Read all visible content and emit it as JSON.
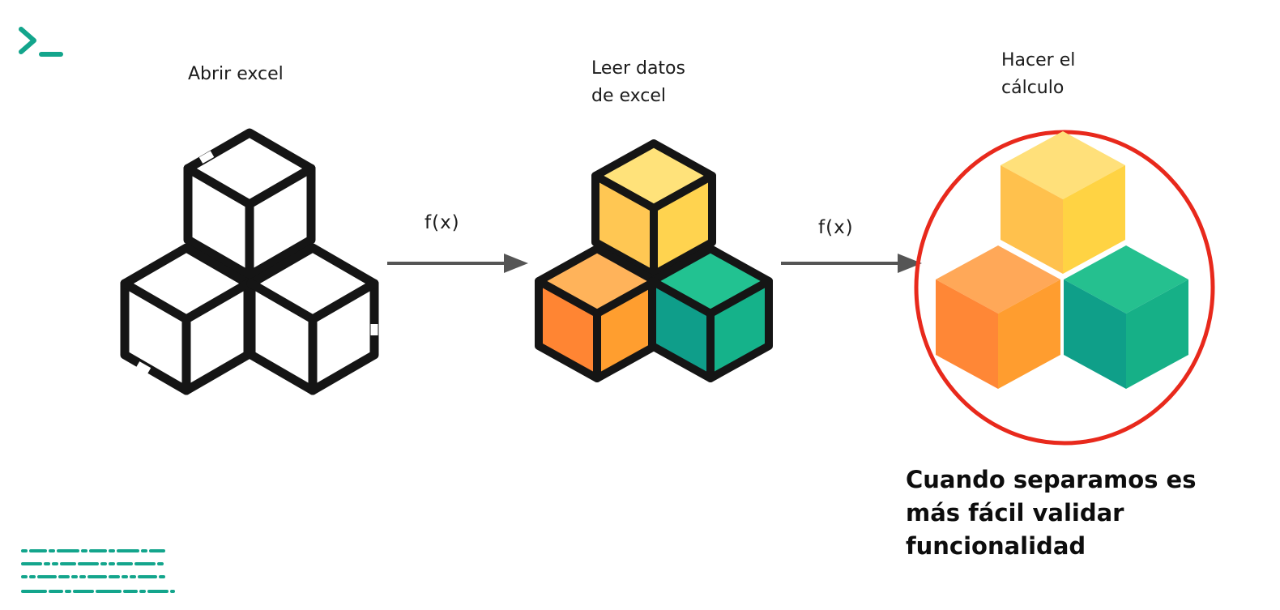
{
  "steps": [
    {
      "label_lines": [
        "Abrir excel"
      ]
    },
    {
      "label_lines": [
        "Leer datos",
        "de excel"
      ]
    },
    {
      "label_lines": [
        "Hacer el",
        "cálculo"
      ]
    }
  ],
  "arrows": [
    {
      "label": "f(x)"
    },
    {
      "label": "f(x)"
    }
  ],
  "caption_lines": [
    "Cuando separamos es",
    "más fácil validar",
    "funcionalidad"
  ],
  "icons": {
    "logo": "terminal-prompt-icon",
    "step1": "outline-cubes-icon",
    "step2": "colored-outlined-cubes-icon",
    "step3": "colored-cubes-icon",
    "decoration": "dashed-lines-icon"
  },
  "colors": {
    "teal_accent": "#13a58c",
    "highlight_circle": "#e8291c",
    "arrow": "#555555",
    "cube_yellow": "#ffcf4c",
    "cube_orange": "#ff9a3c",
    "cube_green": "#14b38c"
  }
}
